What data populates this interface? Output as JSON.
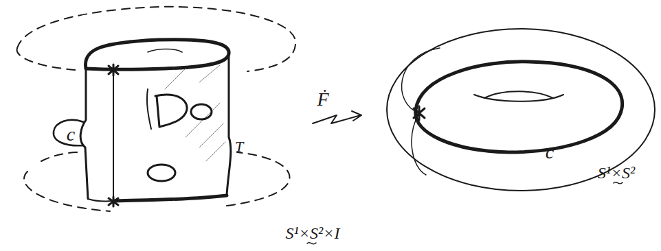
{
  "diagram": {
    "labels": [
      "c",
      "T",
      "Ḟ",
      "S¹×S²×I",
      "S¹×S²",
      "c"
    ]
  }
}
